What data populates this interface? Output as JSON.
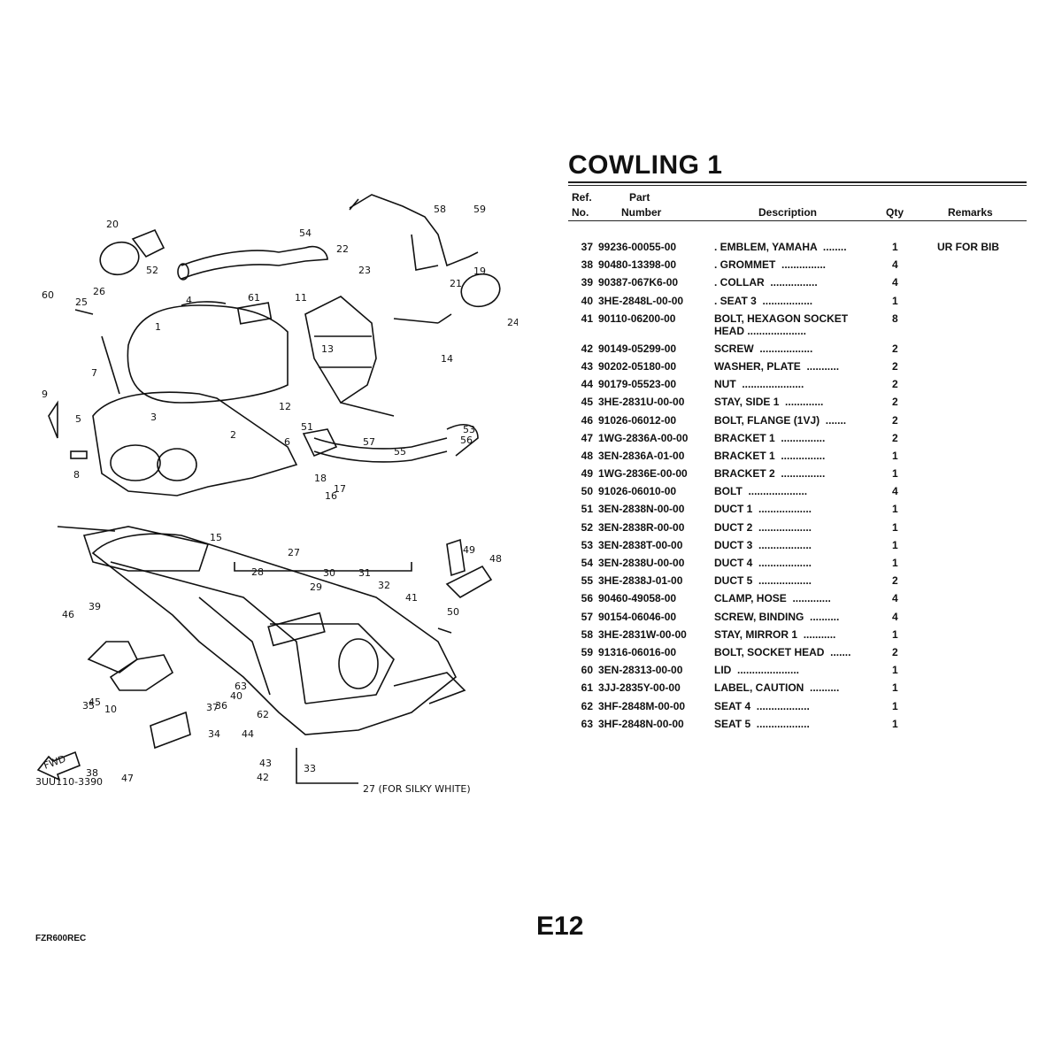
{
  "page": {
    "title": "COWLING 1",
    "page_code": "E12",
    "model_code": "FZR600REC"
  },
  "diagram": {
    "drawing_number": "3UU110-3390",
    "note": "27 (FOR SILKY WHITE)",
    "fwd_label": "FWD",
    "callouts": [
      "1",
      "2",
      "3",
      "4",
      "5",
      "6",
      "7",
      "8",
      "9",
      "10",
      "11",
      "12",
      "13",
      "14",
      "15",
      "16",
      "17",
      "18",
      "19",
      "20",
      "21",
      "22",
      "23",
      "24",
      "25",
      "26",
      "27",
      "28",
      "29",
      "30",
      "31",
      "32",
      "33",
      "34",
      "35",
      "36",
      "37",
      "38",
      "39",
      "40",
      "41",
      "42",
      "43",
      "44",
      "45",
      "46",
      "47",
      "48",
      "49",
      "50",
      "51",
      "52",
      "53",
      "54",
      "55",
      "56",
      "57",
      "58",
      "59",
      "60",
      "61",
      "62",
      "63"
    ]
  },
  "table": {
    "headers": {
      "ref_line1": "Ref.",
      "ref_line2": "No.",
      "part_line1": "Part",
      "part_line2": "Number",
      "description": "Description",
      "qty": "Qty",
      "remarks": "Remarks"
    },
    "rows": [
      {
        "ref": "37",
        "part": "99236-00055-00",
        "desc": ". EMBLEM, YAMAHA  ........",
        "qty": "1",
        "remarks": "UR FOR BIB"
      },
      {
        "ref": "38",
        "part": "90480-13398-00",
        "desc": ". GROMMET  ...............",
        "qty": "4",
        "remarks": ""
      },
      {
        "ref": "39",
        "part": "90387-067K6-00",
        "desc": ". COLLAR  ................",
        "qty": "4",
        "remarks": ""
      },
      {
        "ref": "40",
        "part": "3HE-2848L-00-00",
        "desc": ". SEAT 3  .................",
        "qty": "1",
        "remarks": ""
      },
      {
        "ref": "41",
        "part": "90110-06200-00",
        "desc": "BOLT, HEXAGON SOCKET\nHEAD ....................",
        "qty": "8",
        "remarks": ""
      },
      {
        "ref": "42",
        "part": "90149-05299-00",
        "desc": "SCREW  ..................",
        "qty": "2",
        "remarks": ""
      },
      {
        "ref": "43",
        "part": "90202-05180-00",
        "desc": "WASHER, PLATE  ...........",
        "qty": "2",
        "remarks": ""
      },
      {
        "ref": "44",
        "part": "90179-05523-00",
        "desc": "NUT  .....................",
        "qty": "2",
        "remarks": ""
      },
      {
        "ref": "45",
        "part": "3HE-2831U-00-00",
        "desc": "STAY, SIDE 1  .............",
        "qty": "2",
        "remarks": ""
      },
      {
        "ref": "46",
        "part": "91026-06012-00",
        "desc": "BOLT, FLANGE (1VJ)  .......",
        "qty": "2",
        "remarks": ""
      },
      {
        "ref": "47",
        "part": "1WG-2836A-00-00",
        "desc": "BRACKET 1  ...............",
        "qty": "2",
        "remarks": ""
      },
      {
        "ref": "48",
        "part": "3EN-2836A-01-00",
        "desc": "BRACKET 1  ...............",
        "qty": "1",
        "remarks": ""
      },
      {
        "ref": "49",
        "part": "1WG-2836E-00-00",
        "desc": "BRACKET 2  ...............",
        "qty": "1",
        "remarks": ""
      },
      {
        "ref": "50",
        "part": "91026-06010-00",
        "desc": "BOLT  ....................",
        "qty": "4",
        "remarks": ""
      },
      {
        "ref": "51",
        "part": "3EN-2838N-00-00",
        "desc": "DUCT 1  ..................",
        "qty": "1",
        "remarks": ""
      },
      {
        "ref": "52",
        "part": "3EN-2838R-00-00",
        "desc": "DUCT 2  ..................",
        "qty": "1",
        "remarks": ""
      },
      {
        "ref": "53",
        "part": "3EN-2838T-00-00",
        "desc": "DUCT 3  ..................",
        "qty": "1",
        "remarks": ""
      },
      {
        "ref": "54",
        "part": "3EN-2838U-00-00",
        "desc": "DUCT 4  ..................",
        "qty": "1",
        "remarks": ""
      },
      {
        "ref": "55",
        "part": "3HE-2838J-01-00",
        "desc": "DUCT 5  ..................",
        "qty": "2",
        "remarks": ""
      },
      {
        "ref": "56",
        "part": "90460-49058-00",
        "desc": "CLAMP, HOSE  .............",
        "qty": "4",
        "remarks": ""
      },
      {
        "ref": "57",
        "part": "90154-06046-00",
        "desc": "SCREW, BINDING  ..........",
        "qty": "4",
        "remarks": ""
      },
      {
        "ref": "58",
        "part": "3HE-2831W-00-00",
        "desc": "STAY, MIRROR 1  ...........",
        "qty": "1",
        "remarks": ""
      },
      {
        "ref": "59",
        "part": "91316-06016-00",
        "desc": "BOLT, SOCKET HEAD  .......",
        "qty": "2",
        "remarks": ""
      },
      {
        "ref": "60",
        "part": "3EN-28313-00-00",
        "desc": "LID  .....................",
        "qty": "1",
        "remarks": ""
      },
      {
        "ref": "61",
        "part": "3JJ-2835Y-00-00",
        "desc": "LABEL, CAUTION  ..........",
        "qty": "1",
        "remarks": ""
      },
      {
        "ref": "62",
        "part": "3HF-2848M-00-00",
        "desc": "SEAT 4  ..................",
        "qty": "1",
        "remarks": ""
      },
      {
        "ref": "63",
        "part": "3HF-2848N-00-00",
        "desc": "SEAT 5  ..................",
        "qty": "1",
        "remarks": ""
      }
    ]
  }
}
